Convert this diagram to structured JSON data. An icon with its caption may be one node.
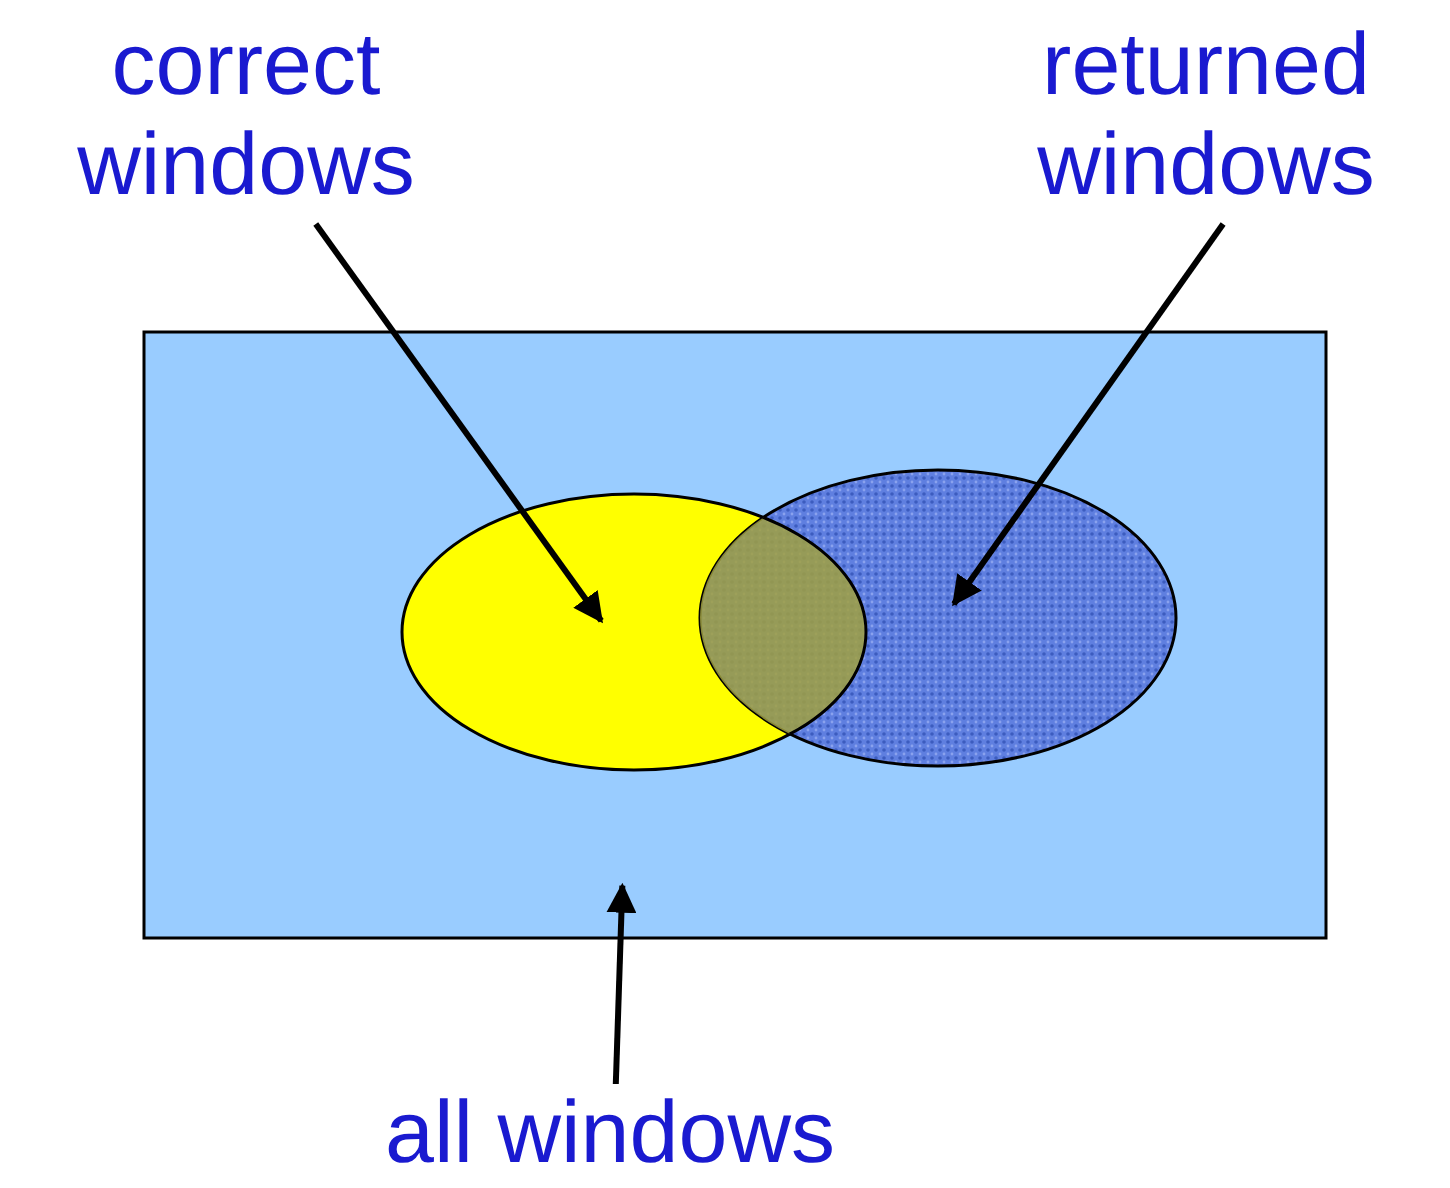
{
  "diagram": {
    "nodes": [
      {
        "text": [
          "correct windows"
        ]
      },
      {
        "text": [
          "returned windows"
        ]
      },
      {
        "text": [],
        "shape": "box"
      },
      {
        "text": [],
        "shape": "ellipse",
        "in": 2
      },
      {
        "text": [],
        "shape": "ellipse",
        "in": 2
      },
      {
        "text": [
          "all windows"
        ]
      }
    ],
    "edges": [
      {
        "from": 0,
        "to": 3,
        "arrow": "to"
      },
      {
        "from": 1,
        "to": 4,
        "arrow": "to"
      },
      {
        "from": 5,
        "to": 2,
        "arrow": "to"
      }
    ]
  }
}
